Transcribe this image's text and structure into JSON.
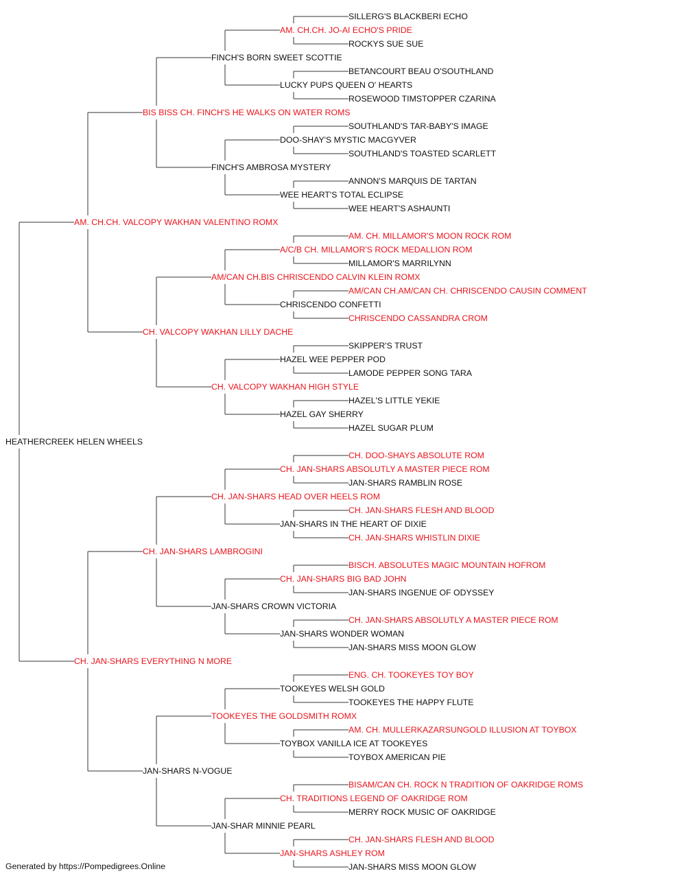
{
  "colors": {
    "normal": "#111111",
    "champion": "#e8141c",
    "line": "#333333"
  },
  "pedigree": {
    "name": "HEATHERCREEK HELEN WHEELS",
    "ch": false,
    "sire": {
      "name": "AM. CH.CH. VALCOPY WAKHAN VALENTINO ROMX",
      "ch": true,
      "sire": {
        "name": "BIS BISS CH. FINCH'S HE WALKS ON WATER ROMS",
        "ch": true,
        "sire": {
          "name": "FINCH'S BORN SWEET SCOTTIE",
          "ch": false,
          "sire": {
            "name": "AM. CH.CH. JO-AI ECHO'S PRIDE",
            "ch": true,
            "sire": {
              "name": "SILLERG'S BLACKBERI ECHO",
              "ch": false
            },
            "dam": {
              "name": "ROCKYS SUE SUE",
              "ch": false
            }
          },
          "dam": {
            "name": "LUCKY PUPS QUEEN O' HEARTS",
            "ch": false,
            "sire": {
              "name": "BETANCOURT BEAU O'SOUTHLAND",
              "ch": false
            },
            "dam": {
              "name": "ROSEWOOD TIMSTOPPER CZARINA",
              "ch": false
            }
          }
        },
        "dam": {
          "name": "FINCH'S AMBROSA MYSTERY",
          "ch": false,
          "sire": {
            "name": "DOO-SHAY'S MYSTIC MACGYVER",
            "ch": false,
            "sire": {
              "name": "SOUTHLAND'S TAR-BABY'S IMAGE",
              "ch": false
            },
            "dam": {
              "name": "SOUTHLAND'S TOASTED SCARLETT",
              "ch": false
            }
          },
          "dam": {
            "name": "WEE HEART'S TOTAL ECLIPSE",
            "ch": false,
            "sire": {
              "name": "ANNON'S MARQUIS DE TARTAN",
              "ch": false
            },
            "dam": {
              "name": "WEE HEART'S ASHAUNTI",
              "ch": false
            }
          }
        }
      },
      "dam": {
        "name": "CH. VALCOPY WAKHAN LILLY DACHE",
        "ch": true,
        "sire": {
          "name": "AM/CAN CH.BIS CHRISCENDO CALVIN KLEIN ROMX",
          "ch": true,
          "sire": {
            "name": "A/C/B CH. MILLAMOR'S ROCK MEDALLION ROM",
            "ch": true,
            "sire": {
              "name": "AM. CH. MILLAMOR'S MOON ROCK ROM",
              "ch": true
            },
            "dam": {
              "name": "MILLAMOR'S MARRILYNN",
              "ch": false
            }
          },
          "dam": {
            "name": "CHRISCENDO CONFETTI",
            "ch": false,
            "sire": {
              "name": "AM/CAN CH.AM/CAN CH. CHRISCENDO CAUSIN COMMENT",
              "ch": true
            },
            "dam": {
              "name": "CHRISCENDO CASSANDRA CROM",
              "ch": true
            }
          }
        },
        "dam": {
          "name": "CH. VALCOPY WAKHAN HIGH STYLE",
          "ch": true,
          "sire": {
            "name": "HAZEL WEE PEPPER POD",
            "ch": false,
            "sire": {
              "name": "SKIPPER'S TRUST",
              "ch": false
            },
            "dam": {
              "name": "LAMODE PEPPER SONG TARA",
              "ch": false
            }
          },
          "dam": {
            "name": "HAZEL GAY SHERRY",
            "ch": false,
            "sire": {
              "name": "HAZEL'S LITTLE YEKIE",
              "ch": false
            },
            "dam": {
              "name": "HAZEL SUGAR PLUM",
              "ch": false
            }
          }
        }
      }
    },
    "dam": {
      "name": "CH. JAN-SHARS EVERYTHING N MORE",
      "ch": true,
      "sire": {
        "name": "CH. JAN-SHARS LAMBROGINI",
        "ch": true,
        "sire": {
          "name": "CH. JAN-SHARS HEAD OVER HEELS ROM",
          "ch": true,
          "sire": {
            "name": "CH. JAN-SHARS ABSOLUTLY A MASTER PIECE ROM",
            "ch": true,
            "sire": {
              "name": "CH. DOO-SHAYS ABSOLUTE ROM",
              "ch": true
            },
            "dam": {
              "name": "JAN-SHARS RAMBLIN ROSE",
              "ch": false
            }
          },
          "dam": {
            "name": "JAN-SHARS IN THE HEART OF DIXIE",
            "ch": false,
            "sire": {
              "name": "CH. JAN-SHARS FLESH AND BLOOD",
              "ch": true
            },
            "dam": {
              "name": "CH. JAN-SHARS WHISTLIN DIXIE",
              "ch": true
            }
          }
        },
        "dam": {
          "name": "JAN-SHARS CROWN VICTORIA",
          "ch": false,
          "sire": {
            "name": "CH. JAN-SHARS BIG BAD JOHN",
            "ch": true,
            "sire": {
              "name": "BISCH. ABSOLUTES MAGIC MOUNTAIN HOFROM",
              "ch": true
            },
            "dam": {
              "name": "JAN-SHARS INGENUE OF ODYSSEY",
              "ch": false
            }
          },
          "dam": {
            "name": "JAN-SHARS WONDER WOMAN",
            "ch": false,
            "sire": {
              "name": "CH. JAN-SHARS ABSOLUTLY A MASTER PIECE ROM",
              "ch": true
            },
            "dam": {
              "name": "JAN-SHARS MISS MOON GLOW",
              "ch": false
            }
          }
        }
      },
      "dam": {
        "name": "JAN-SHARS N-VOGUE",
        "ch": false,
        "sire": {
          "name": "TOOKEYES THE GOLDSMITH ROMX",
          "ch": true,
          "sire": {
            "name": "TOOKEYES WELSH GOLD",
            "ch": false,
            "sire": {
              "name": "ENG. CH. TOOKEYES TOY BOY",
              "ch": true
            },
            "dam": {
              "name": "TOOKEYES THE HAPPY FLUTE",
              "ch": false
            }
          },
          "dam": {
            "name": "TOYBOX VANILLA ICE AT TOOKEYES",
            "ch": false,
            "sire": {
              "name": "AM. CH. MULLERKAZARSUNGOLD ILLUSION AT TOYBOX",
              "ch": true
            },
            "dam": {
              "name": "TOYBOX AMERICAN PIE",
              "ch": false
            }
          }
        },
        "dam": {
          "name": "JAN-SHAR MINNIE PEARL",
          "ch": false,
          "sire": {
            "name": "CH. TRADITIONS LEGEND OF OAKRIDGE ROM",
            "ch": true,
            "sire": {
              "name": "BISAM/CAN CH. ROCK N TRADITION OF OAKRIDGE ROMS",
              "ch": true
            },
            "dam": {
              "name": "MERRY ROCK MUSIC OF OAKRIDGE",
              "ch": false
            }
          },
          "dam": {
            "name": "JAN-SHARS ASHLEY ROM",
            "ch": true,
            "sire": {
              "name": "CH. JAN-SHARS FLESH AND BLOOD",
              "ch": true
            },
            "dam": {
              "name": "JAN-SHARS MISS MOON GLOW",
              "ch": false
            }
          }
        }
      }
    }
  },
  "footer": {
    "credit": "Generated by https://Pompedigrees.Online"
  }
}
